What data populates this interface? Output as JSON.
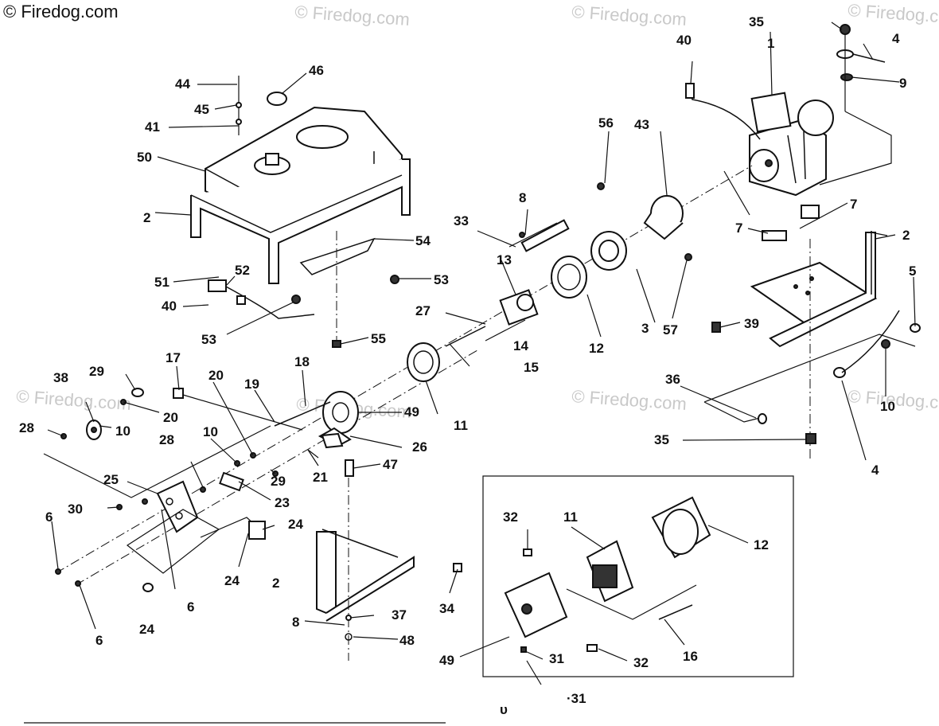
{
  "watermark": "© Firedog.com",
  "labels": [
    {
      "id": "l1",
      "text": "1"
    },
    {
      "id": "l2a",
      "text": "2"
    },
    {
      "id": "l2b",
      "text": "2"
    },
    {
      "id": "l2c",
      "text": "2"
    },
    {
      "id": "l3",
      "text": "3"
    },
    {
      "id": "l4a",
      "text": "4"
    },
    {
      "id": "l4b",
      "text": "4"
    },
    {
      "id": "l5",
      "text": "5"
    },
    {
      "id": "l6a",
      "text": "6"
    },
    {
      "id": "l6b",
      "text": "6"
    },
    {
      "id": "l6c",
      "text": "6"
    },
    {
      "id": "l7a",
      "text": "7"
    },
    {
      "id": "l7b",
      "text": "7"
    },
    {
      "id": "l8a",
      "text": "8"
    },
    {
      "id": "l8b",
      "text": "8"
    },
    {
      "id": "l9",
      "text": "9"
    },
    {
      "id": "l10a",
      "text": "10"
    },
    {
      "id": "l10b",
      "text": "10"
    },
    {
      "id": "l10c",
      "text": "10"
    },
    {
      "id": "l11a",
      "text": "11"
    },
    {
      "id": "l11b",
      "text": "11"
    },
    {
      "id": "l12a",
      "text": "12"
    },
    {
      "id": "l12b",
      "text": "12"
    },
    {
      "id": "l13",
      "text": "13"
    },
    {
      "id": "l14",
      "text": "14"
    },
    {
      "id": "l15",
      "text": "15"
    },
    {
      "id": "l16",
      "text": "16"
    },
    {
      "id": "l17",
      "text": "17"
    },
    {
      "id": "l18",
      "text": "18"
    },
    {
      "id": "l19",
      "text": "19"
    },
    {
      "id": "l20a",
      "text": "20"
    },
    {
      "id": "l20b",
      "text": "20"
    },
    {
      "id": "l21",
      "text": "21"
    },
    {
      "id": "l23",
      "text": "23"
    },
    {
      "id": "l24a",
      "text": "24"
    },
    {
      "id": "l24b",
      "text": "24"
    },
    {
      "id": "l24c",
      "text": "24"
    },
    {
      "id": "l25",
      "text": "25"
    },
    {
      "id": "l26",
      "text": "26"
    },
    {
      "id": "l27",
      "text": "27"
    },
    {
      "id": "l28a",
      "text": "28"
    },
    {
      "id": "l28b",
      "text": "28"
    },
    {
      "id": "l29a",
      "text": "29"
    },
    {
      "id": "l29b",
      "text": "29"
    },
    {
      "id": "l30",
      "text": "30"
    },
    {
      "id": "l31a",
      "text": "31"
    },
    {
      "id": "l31b",
      "text": "·31"
    },
    {
      "id": "l32a",
      "text": "32"
    },
    {
      "id": "l32b",
      "text": "32"
    },
    {
      "id": "l33",
      "text": "33"
    },
    {
      "id": "l34",
      "text": "34"
    },
    {
      "id": "l35a",
      "text": "35"
    },
    {
      "id": "l35b",
      "text": "35"
    },
    {
      "id": "l36",
      "text": "36"
    },
    {
      "id": "l37",
      "text": "37"
    },
    {
      "id": "l38",
      "text": "38"
    },
    {
      "id": "l39",
      "text": "39"
    },
    {
      "id": "l40a",
      "text": "40"
    },
    {
      "id": "l40b",
      "text": "40"
    },
    {
      "id": "l41",
      "text": "41"
    },
    {
      "id": "l43",
      "text": "43"
    },
    {
      "id": "l44",
      "text": "44"
    },
    {
      "id": "l45",
      "text": "45"
    },
    {
      "id": "l46",
      "text": "46"
    },
    {
      "id": "l47",
      "text": "47"
    },
    {
      "id": "l48",
      "text": "48"
    },
    {
      "id": "l49a",
      "text": "49"
    },
    {
      "id": "l49b",
      "text": "49"
    },
    {
      "id": "l50",
      "text": "50"
    },
    {
      "id": "l51",
      "text": "51"
    },
    {
      "id": "l52",
      "text": "52"
    },
    {
      "id": "l53a",
      "text": "53"
    },
    {
      "id": "l53b",
      "text": "53"
    },
    {
      "id": "l54",
      "text": "54"
    },
    {
      "id": "l55",
      "text": "55"
    },
    {
      "id": "l56",
      "text": "56"
    },
    {
      "id": "l57",
      "text": "57"
    }
  ]
}
